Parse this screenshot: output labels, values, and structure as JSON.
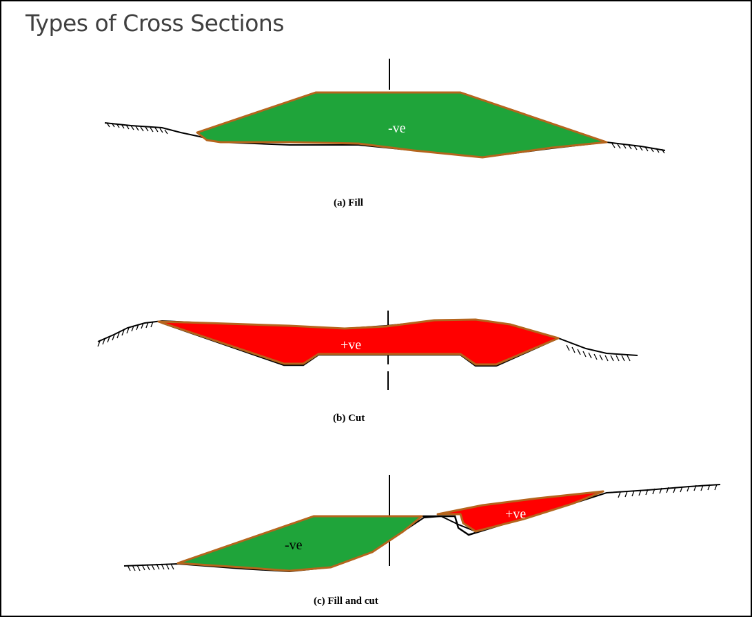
{
  "title": "Types of Cross Sections",
  "colors": {
    "fill_region": "#1fa43a",
    "cut_region": "#ff0000",
    "outline": "#b5651d",
    "ground": "#000000"
  },
  "sections": [
    {
      "caption": "(a)  Fill",
      "regions": [
        {
          "label": "-ve"
        }
      ]
    },
    {
      "caption": "(b)  Cut",
      "regions": [
        {
          "label": "+ve"
        }
      ]
    },
    {
      "caption": "(c)  Fill and cut",
      "regions": [
        {
          "label": "-ve"
        },
        {
          "label": "+ve"
        }
      ]
    }
  ]
}
